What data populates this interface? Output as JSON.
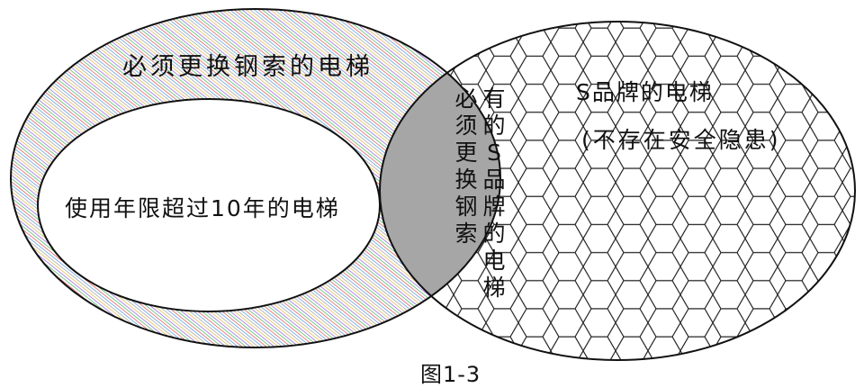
{
  "diagram": {
    "sets": {
      "left": {
        "label": "必须更换钢索的电梯",
        "fill_colors": [
          "#4a90d9",
          "#d94a4a",
          "#3fae5a",
          "#8a5ad9",
          "#d9b23f",
          "#9a9a9a"
        ]
      },
      "inner": {
        "label": "使用年限超过10年的电梯"
      },
      "right": {
        "label": "S品牌的电梯",
        "sublabel": "(不存在安全隐患)"
      },
      "intersection": {
        "label_col_left": "必须更换钢索",
        "label_col_right": "有的S品牌的电梯",
        "fill_color": "#a6a6a6"
      }
    },
    "caption": "图1-3"
  }
}
